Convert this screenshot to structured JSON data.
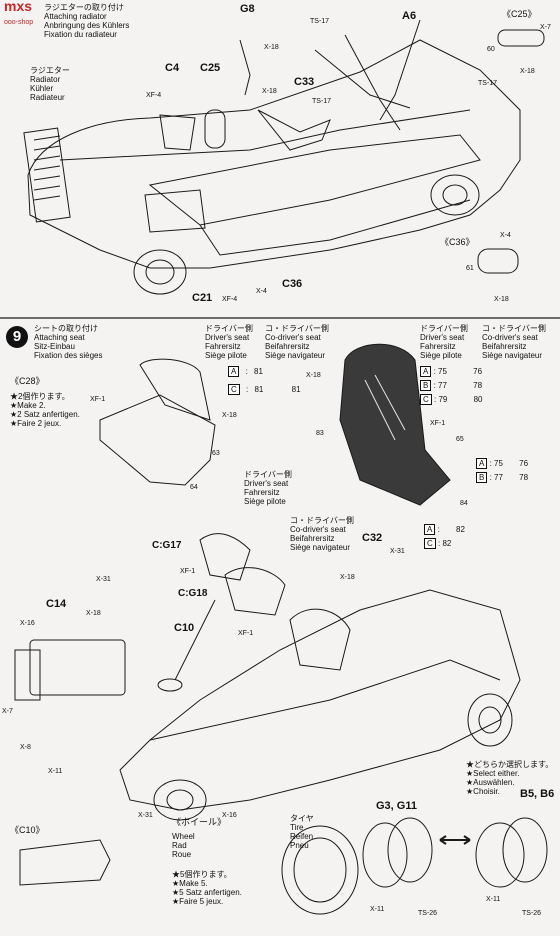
{
  "header": {
    "logo_text": "mxs",
    "site_text": "ooo-shop"
  },
  "step8": {
    "title_lines": [
      "ラジエターの取り付け",
      "Attaching radiator",
      "Anbringung des Kühlers",
      "Fixation du radiateur"
    ],
    "radiator_lines": [
      "ラジエター",
      "Radiator",
      "Kühler",
      "Radiateur"
    ],
    "parts": [
      "G8",
      "A6",
      "C4",
      "C25",
      "C33",
      "C36",
      "C21"
    ],
    "screws": [
      "X-18",
      "TS-17",
      "X-7",
      "XF-4",
      "X-4"
    ],
    "c25_title": "《C25》",
    "c36_title": "《C36》",
    "ref_numbers": [
      "60",
      "61"
    ]
  },
  "step9": {
    "number": "9",
    "title_lines": [
      "シートの取り付け",
      "Attaching seat",
      "Sitz-Einbau",
      "Fixation des sièges"
    ],
    "c28_title": "《C28》",
    "c28_notes": [
      "★2個作ります。",
      "★Make 2.",
      "★2 Satz anfertigen.",
      "★Faire 2 jeux."
    ],
    "driver_lines": [
      "ドライバー側",
      "Driver's seat",
      "Fahrersitz",
      "Siège pilote"
    ],
    "codriver_lines": [
      "コ・ドライバー側",
      "Co-driver's seat",
      "Beifahrersitz",
      "Siège navigateur"
    ],
    "table_left": [
      {
        "label": "A",
        "driver": "81",
        "codriver": ""
      },
      {
        "label": "C",
        "driver": "81",
        "codriver": "81"
      }
    ],
    "table_right": [
      {
        "label": "A",
        "driver": "75",
        "codriver": "76"
      },
      {
        "label": "B",
        "driver": "77",
        "codriver": "78"
      },
      {
        "label": "C",
        "driver": "79",
        "codriver": "80"
      }
    ],
    "table_lower": [
      {
        "label": "A",
        "driver": "75",
        "codriver": "76"
      },
      {
        "label": "B",
        "driver": "77",
        "codriver": "78"
      }
    ],
    "table_bottom": [
      {
        "label": "A",
        "value": "82"
      },
      {
        "label": "C",
        "value": "82"
      }
    ],
    "seat_parts": [
      "C:G17",
      "C:G18",
      "C32",
      "C14",
      "C10"
    ],
    "screws": [
      "XF-1",
      "X-18",
      "X-31",
      "X-16",
      "X-7",
      "X-8",
      "X-11"
    ],
    "ref_numbers": [
      "63",
      "64",
      "65",
      "83",
      "84"
    ]
  },
  "step10": {
    "c10_title": "《C10》",
    "wheel_title": "《ホイール》",
    "wheel_lines": [
      "Wheel",
      "Rad",
      "Roue"
    ],
    "wheel_notes": [
      "★5個作ります。",
      "★Make 5.",
      "★5 Satz anfertigen.",
      "★Faire 5 jeux."
    ],
    "tire_lines": [
      "タイヤ",
      "Tire",
      "Reifen",
      "Pneu"
    ],
    "wheel_parts": [
      "G3, G11",
      "B5, B6"
    ],
    "select_notes": [
      "★どちらか選択します。",
      "★Select either.",
      "★Auswählen.",
      "★Choisir."
    ],
    "screws": [
      "X-11",
      "TS-26"
    ]
  }
}
